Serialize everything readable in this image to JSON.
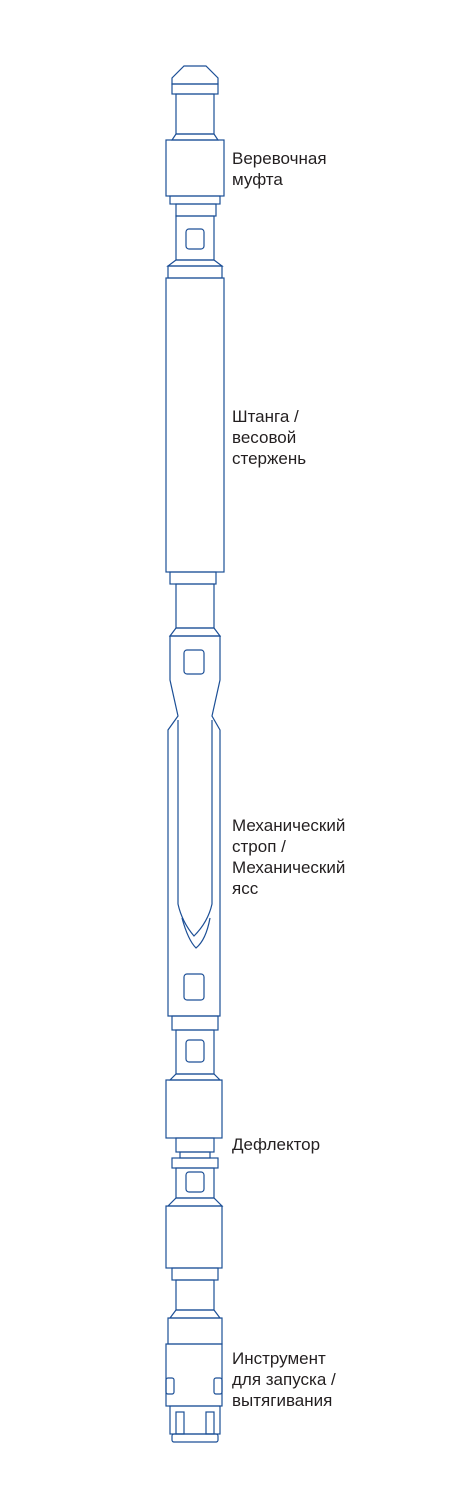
{
  "labels": {
    "rope_socket": [
      "Веревочная",
      "муфта"
    ],
    "stem": [
      "Штанга /",
      "весовой",
      "стержень"
    ],
    "jar": [
      "Механический",
      "строп /",
      "Механический",
      "ясс"
    ],
    "knuckle": [
      "Дефлектор"
    ],
    "tool": [
      "Инструмент",
      "для запуска /",
      "вытягивания"
    ]
  },
  "colors": {
    "body_dark": "#1e5aa8",
    "body_mid": "#5f93d3",
    "body_light": "#e4eefa",
    "outline": "#1c4f96",
    "text": "#231f20"
  }
}
